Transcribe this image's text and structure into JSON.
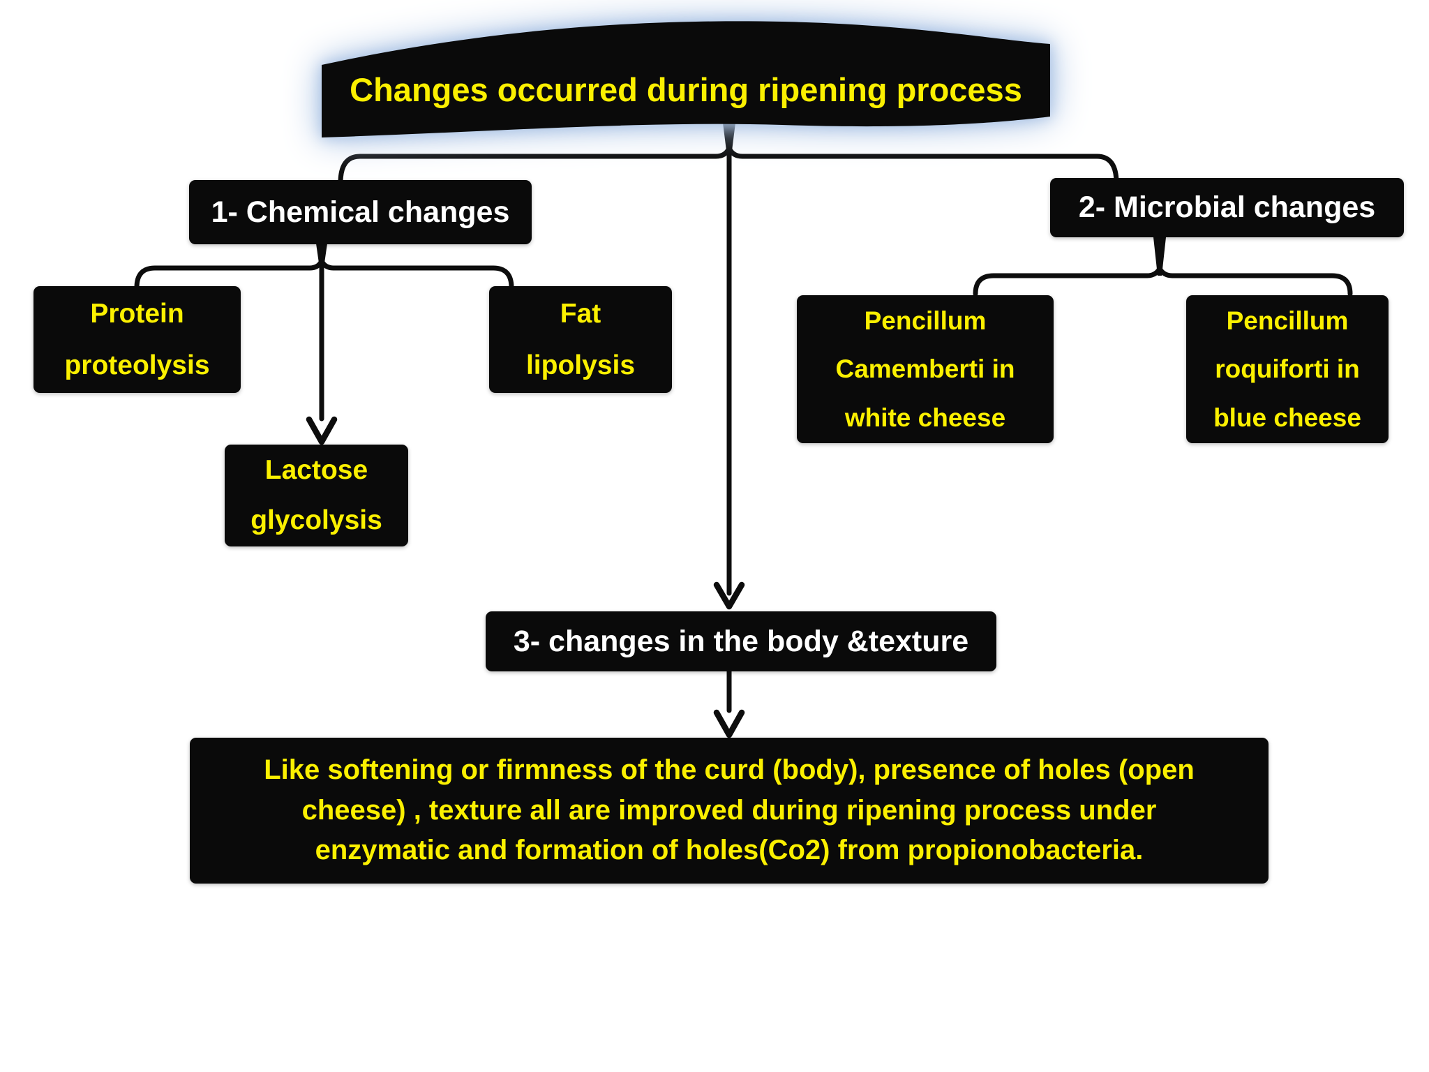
{
  "title": {
    "text": "Changes occurred during ripening process"
  },
  "nodes": {
    "chemical": {
      "label": "1- Chemical changes"
    },
    "protein": {
      "label": "Protein\nproteolysis"
    },
    "fat": {
      "label": "Fat\nlipolysis"
    },
    "lactose": {
      "label": "Lactose\nglycolysis"
    },
    "microbial": {
      "label": "2- Microbial changes"
    },
    "camemberti": {
      "label": "Pencillum\nCamemberti in\nwhite cheese"
    },
    "roquiforti": {
      "label": "Pencillum\nroquiforti in\nblue cheese"
    },
    "body_texture": {
      "label": "3- changes in the body &texture"
    },
    "description": {
      "label": "Like softening or firmness of the curd (body), presence of holes (open\ncheese) , texture  all are improved during ripening process under\nenzymatic and formation of holes(Co2) from propionobacteria."
    }
  },
  "colors": {
    "box_bg": "#0a0a0a",
    "connector": "#0d0d0d",
    "text_yellow": "#fbf000",
    "text_white": "#ffffff",
    "glow_blue": "#a9c2e4",
    "background": "#ffffff"
  }
}
